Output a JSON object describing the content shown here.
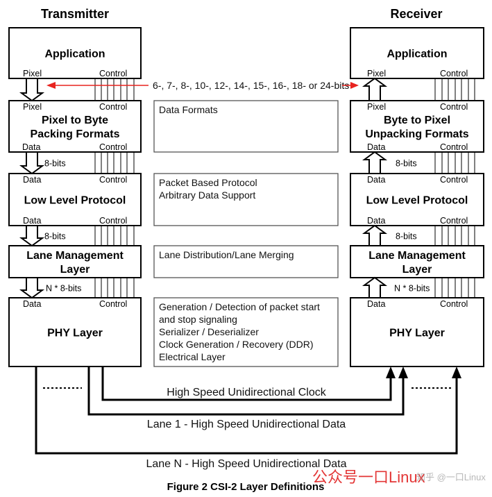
{
  "transmitter": {
    "title": "Transmitter",
    "layers": [
      {
        "title_lines": [
          "Application"
        ],
        "bottom_left": "Pixel",
        "bottom_right": "Control"
      },
      {
        "title_lines": [
          "Pixel to Byte",
          "Packing Formats"
        ],
        "top_left": "Pixel",
        "top_right": "Control",
        "bottom_left": "Data",
        "bottom_right": "Control"
      },
      {
        "title_lines": [
          "Low Level Protocol"
        ],
        "top_left": "Data",
        "top_right": "Control",
        "bottom_left": "Data",
        "bottom_right": "Control"
      },
      {
        "title_lines": [
          "Lane Management",
          "Layer"
        ]
      },
      {
        "title_lines": [
          "PHY Layer"
        ],
        "top_left": "Data",
        "top_right": "Control"
      }
    ],
    "bus_labels": [
      "8-bits",
      "8-bits",
      "N * 8-bits"
    ]
  },
  "receiver": {
    "title": "Receiver",
    "layers": [
      {
        "title_lines": [
          "Application"
        ],
        "bottom_left": "Pixel",
        "bottom_right": "Control"
      },
      {
        "title_lines": [
          "Byte to Pixel",
          "Unpacking Formats"
        ],
        "top_left": "Pixel",
        "top_right": "Control",
        "bottom_left": "Data",
        "bottom_right": "Control"
      },
      {
        "title_lines": [
          "Low Level Protocol"
        ],
        "top_left": "Data",
        "top_right": "Control",
        "bottom_left": "Data",
        "bottom_right": "Control"
      },
      {
        "title_lines": [
          "Lane Management",
          "Layer"
        ]
      },
      {
        "title_lines": [
          "PHY Layer"
        ],
        "top_left": "Data",
        "top_right": "Control"
      }
    ],
    "bus_labels": [
      "8-bits",
      "8-bits",
      "N * 8-bits"
    ]
  },
  "pixel_widths": "6-, 7-, 8-, 10-, 12-, 14-, 15-, 16-, 18- or 24-bits",
  "descriptions": [
    [
      "Data Formats"
    ],
    [
      "Packet Based Protocol",
      "Arbitrary Data Support"
    ],
    [
      "Lane Distribution/Lane Merging"
    ],
    [
      "Generation / Detection of packet start",
      "and stop signaling",
      "Serializer / Deserializer",
      "Clock Generation / Recovery (DDR)",
      "Electrical Layer"
    ]
  ],
  "links": {
    "clock": "High Speed Unidirectional Clock",
    "lane1": "Lane 1 - High Speed Unidirectional Data",
    "laneN": "Lane N - High Speed Unidirectional Data"
  },
  "caption": "Figure 2 CSI-2 Layer Definitions",
  "watermark": {
    "primary": "公众号一口Linux",
    "secondary": "知乎 @一口Linux"
  },
  "colors": {
    "accent_arrow": "#e8231f",
    "watermark": "#e02020"
  }
}
